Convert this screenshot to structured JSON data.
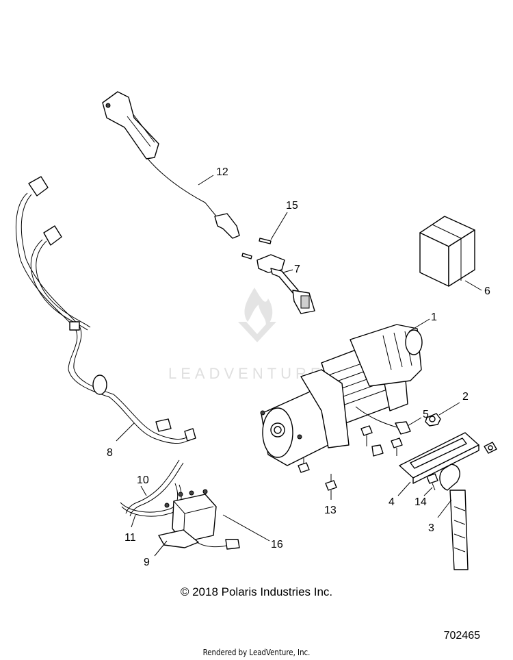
{
  "watermark": {
    "text": "LEADVENTURE"
  },
  "callouts": {
    "c1": "1",
    "c2": "2",
    "c3": "3",
    "c4": "4",
    "c5": "5",
    "c6": "6",
    "c7": "7",
    "c8": "8",
    "c9": "9",
    "c10": "10",
    "c11": "11",
    "c12": "12",
    "c13": "13",
    "c14": "14",
    "c15": "15",
    "c16": "16"
  },
  "footer": {
    "copyright": "© 2018 Polaris Industries Inc.",
    "diagram_number": "702465",
    "rendered_by": "Rendered by LeadVenture, Inc."
  }
}
